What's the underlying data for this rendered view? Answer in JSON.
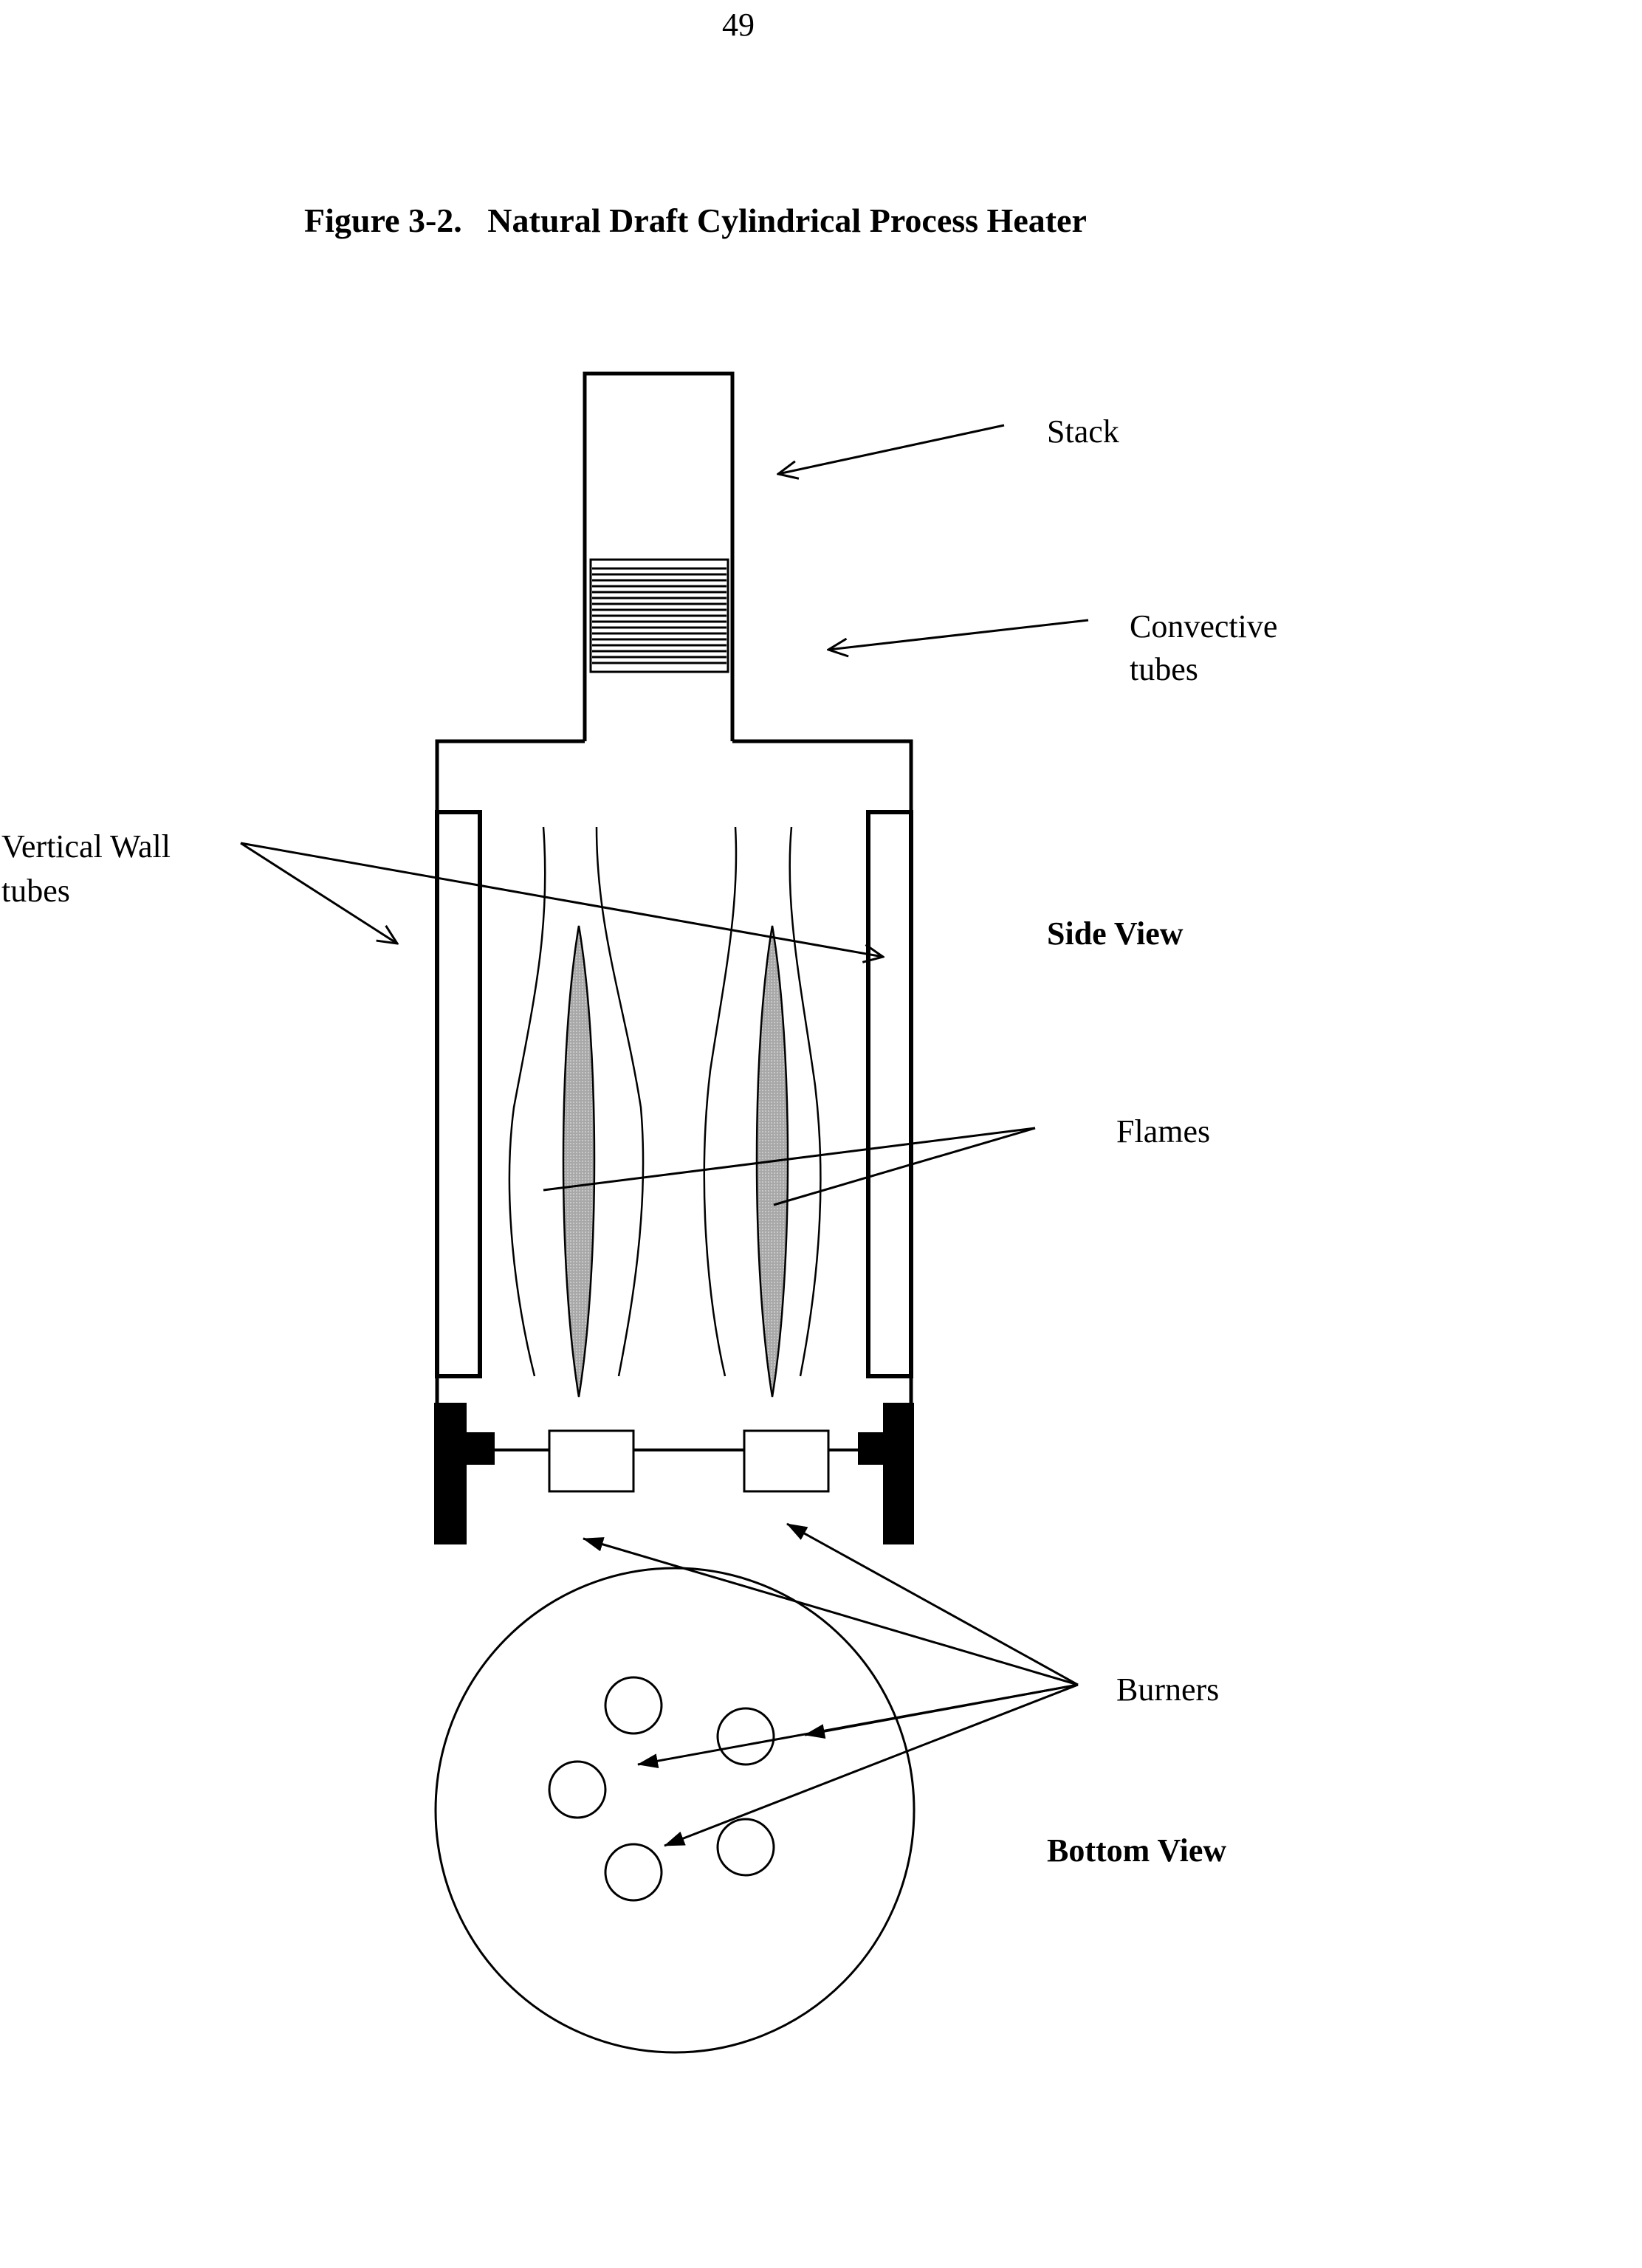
{
  "page": {
    "number": "49"
  },
  "figure": {
    "title": "Figure 3-2.   Natural Draft Cylindrical Process Heater"
  },
  "labels": {
    "stack": "Stack",
    "convective_line1": "Convective",
    "convective_line2": "tubes",
    "vertical_wall_line1": "Vertical Wall",
    "vertical_wall_line2": "tubes",
    "side_view": "Side View",
    "flames": "Flames",
    "burners": "Burners",
    "bottom_view": "Bottom View"
  },
  "colors": {
    "line": "#000000",
    "flame_fill": "#a8a8a8",
    "background": "#ffffff"
  }
}
